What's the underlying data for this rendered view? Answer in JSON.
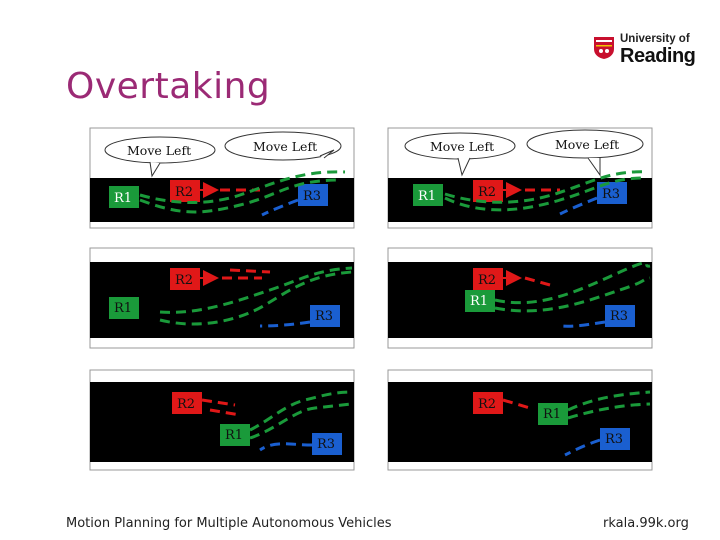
{
  "slide": {
    "title": "Overtaking",
    "footer_left": "Motion Planning for Multiple Autonomous Vehicles",
    "footer_right": "rkala.99k.org"
  },
  "logo": {
    "line1": "University of",
    "line2": "Reading"
  },
  "labels": {
    "r1": "R1",
    "r2": "R2",
    "r3": "R3"
  },
  "bubbles": {
    "move_left": "Move Left"
  },
  "colors": {
    "title": "#9b2a75",
    "road": "#000000",
    "r1": "#1a9a3a",
    "r2": "#e01818",
    "r3": "#1a5fd0"
  }
}
